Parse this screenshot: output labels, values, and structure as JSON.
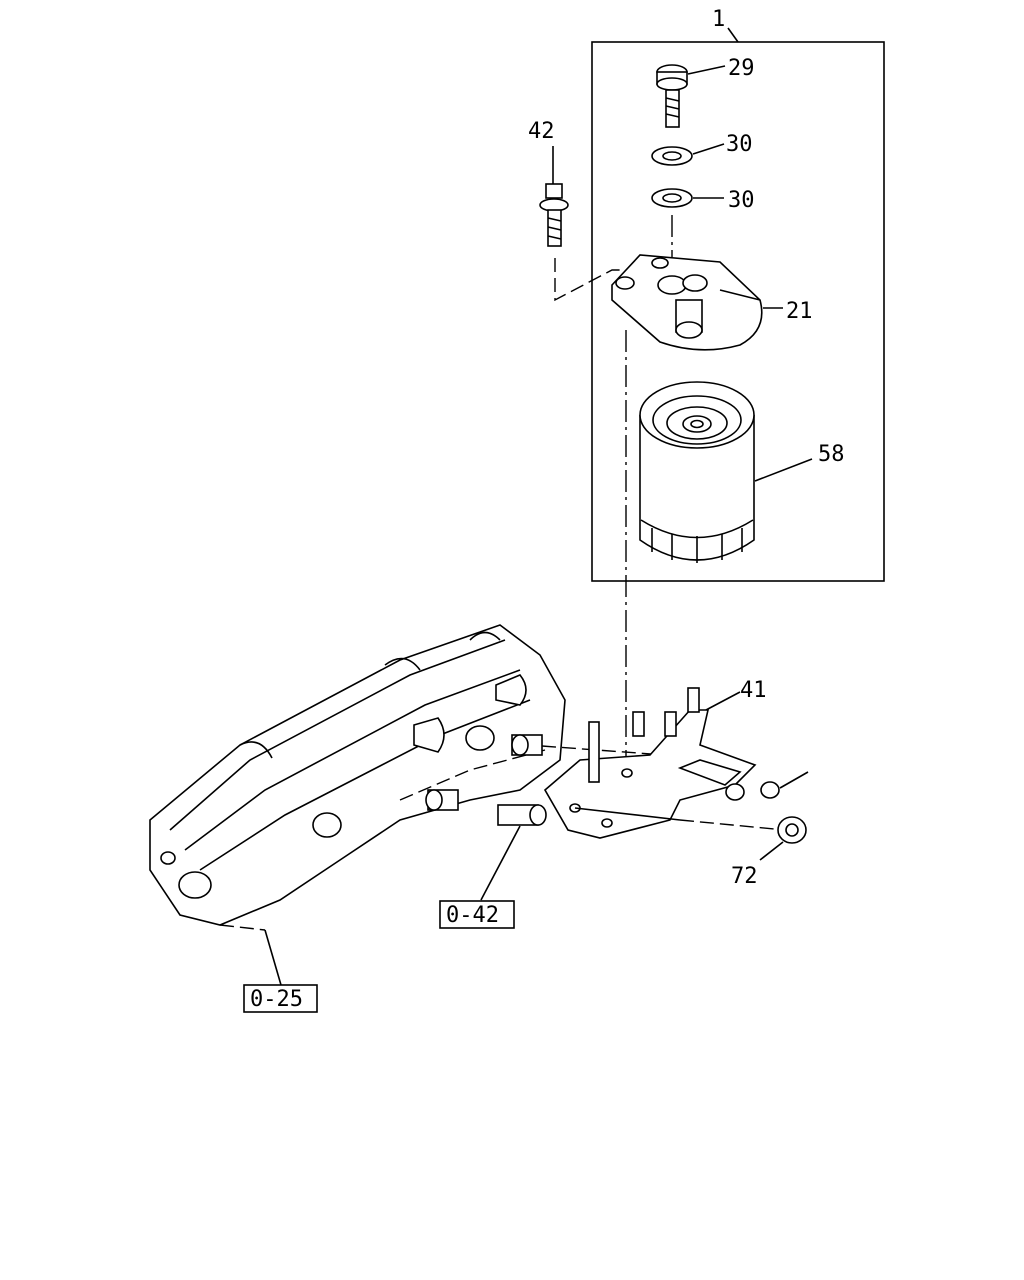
{
  "diagram": {
    "callouts": {
      "assembly": "1",
      "bolt_top": "29",
      "washer_upper": "30",
      "washer_lower": "30",
      "bolt_side": "42",
      "filter_head": "21",
      "filter_cartridge": "58",
      "bracket": "41",
      "nut": "72"
    },
    "references": {
      "ref_upper": "0-42",
      "ref_lower": "0-25"
    }
  }
}
